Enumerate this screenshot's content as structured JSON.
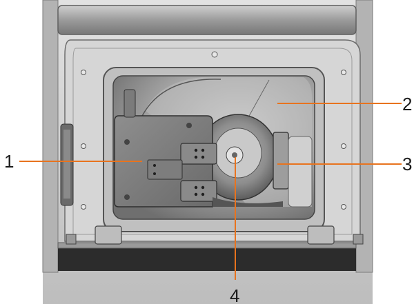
{
  "callouts": [
    {
      "id": "1",
      "label": "1"
    },
    {
      "id": "2",
      "label": "2"
    },
    {
      "id": "3",
      "label": "3"
    },
    {
      "id": "4",
      "label": "4"
    }
  ],
  "colors": {
    "frame": "#c9c9c9",
    "frame_dark": "#8a8a8a",
    "panel": "#d4d4d4",
    "chamber_bg": "#9f9f9f",
    "leader": "#e8731e",
    "text": "#1a1a1a"
  }
}
